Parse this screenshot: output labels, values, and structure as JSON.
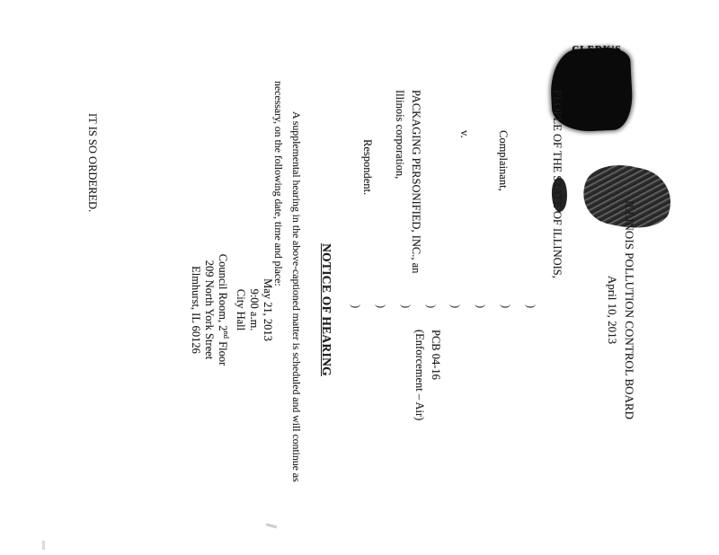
{
  "document": {
    "stamp": {
      "label": "CLERK'S OFFICE"
    },
    "header": {
      "court": "ILLINOIS POLLUTION CONTROL BOARD",
      "date": "April 10, 2013"
    },
    "caption": {
      "complainant_name": "PEOPLE OF THE STATE OF ILLINOIS,",
      "complainant_label": "Complainant,",
      "versus": "v.",
      "respondent_name_line1": "PACKAGING PERSONIFIED, INC., an",
      "respondent_name_line2": "Illinois corporation,",
      "respondent_label": "Respondent.",
      "paren": ")",
      "case_number": "PCB 04-16",
      "case_type": "(Enforcement – Air)"
    },
    "title": "NOTICE OF HEARING",
    "body_line1": "A supplemental hearing in the above-captioned matter is scheduled and will continue as",
    "body_line2": "necessary, on the following date, time and place:",
    "hearing": {
      "date": "May 21, 2013",
      "time": "9:00 a.m.",
      "location_name": "City Hall",
      "room_pre": "Council Room, 2",
      "room_sup": "nd",
      "room_post": " Floor",
      "street": "209 North York Street",
      "city": "Elmhurst, IL 60126"
    },
    "closing": "IT IS SO ORDERED."
  }
}
